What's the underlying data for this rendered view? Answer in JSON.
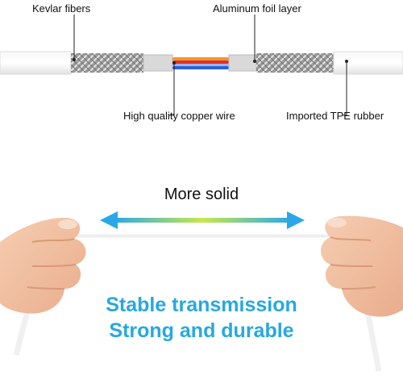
{
  "labels": {
    "kevlar": "Kevlar fibers",
    "aluminum": "Aluminum foil layer",
    "copper": "High quality copper wire",
    "tpe": "Imported TPE rubber"
  },
  "headline": "More solid",
  "taglines": {
    "line1": "Stable transmission",
    "line2": "Strong and durable"
  },
  "colors": {
    "tagline": "#27a8e0",
    "arrow_start": "#2aa7e8",
    "arrow_mid": "#c8e84a",
    "arrow_end": "#2aa7e8",
    "wire_red": "#e0302a",
    "wire_orange": "#f0962a",
    "wire_blue": "#2f5fd8",
    "skin": "#f2c3a6"
  },
  "icons": [
    "double-arrow-icon"
  ]
}
